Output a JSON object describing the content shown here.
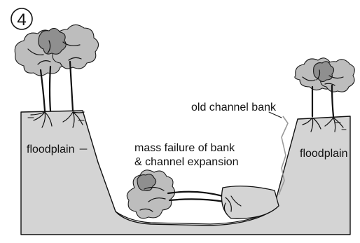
{
  "figure": {
    "step_number": "4",
    "labels": {
      "floodplain_left": "floodplain",
      "floodplain_right": "floodplain",
      "old_channel_bank": "old channel bank",
      "mass_failure_line1": "mass failure of bank",
      "mass_failure_line2": "& channel expansion"
    },
    "colors": {
      "ground": "#d4d4d4",
      "canopy": "#bdbdbd",
      "line": "#111111",
      "old_bank_line": "#9a9a9a"
    }
  }
}
